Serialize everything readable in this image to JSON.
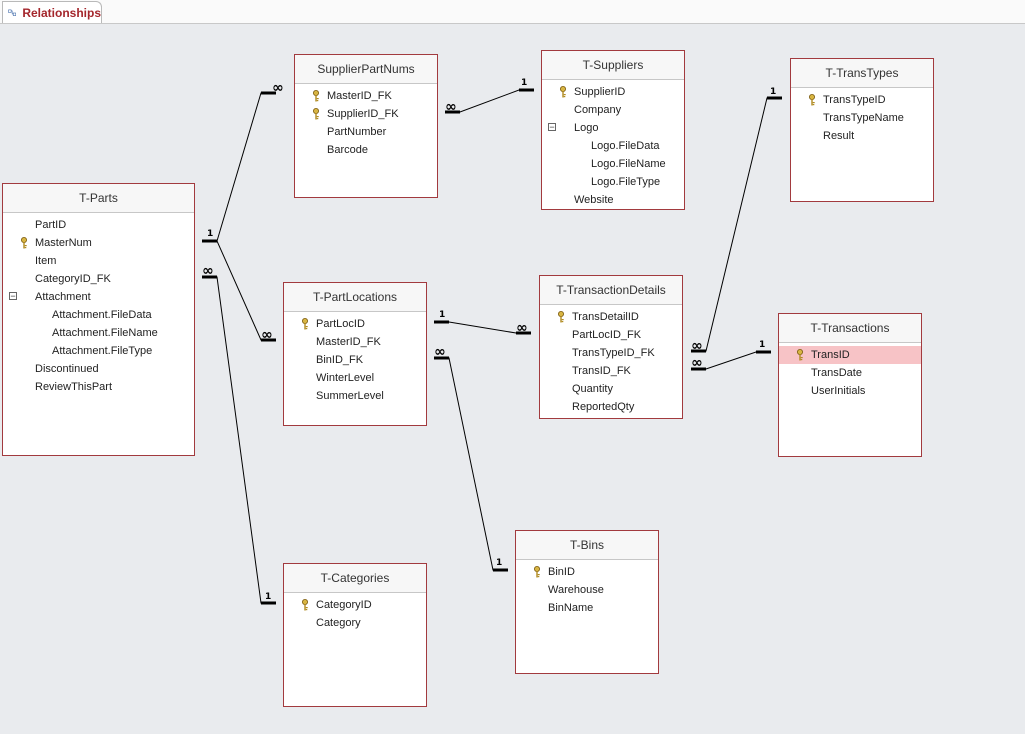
{
  "tab": {
    "label": "Relationships",
    "icon": "relationships-icon"
  },
  "tables": {
    "parts": {
      "title": "T-Parts",
      "fields": [
        {
          "label": "PartID",
          "key": false,
          "sub": false,
          "expander": false
        },
        {
          "label": "MasterNum",
          "key": true,
          "sub": false,
          "expander": false
        },
        {
          "label": "Item",
          "key": false,
          "sub": false,
          "expander": false
        },
        {
          "label": "CategoryID_FK",
          "key": false,
          "sub": false,
          "expander": false
        },
        {
          "label": "Attachment",
          "key": false,
          "sub": false,
          "expander": true
        },
        {
          "label": "Attachment.FileData",
          "key": false,
          "sub": true,
          "expander": false
        },
        {
          "label": "Attachment.FileName",
          "key": false,
          "sub": true,
          "expander": false
        },
        {
          "label": "Attachment.FileType",
          "key": false,
          "sub": true,
          "expander": false
        },
        {
          "label": "Discontinued",
          "key": false,
          "sub": false,
          "expander": false
        },
        {
          "label": "ReviewThisPart",
          "key": false,
          "sub": false,
          "expander": false
        }
      ]
    },
    "supplierPartNums": {
      "title": "SupplierPartNums",
      "fields": [
        {
          "label": "MasterID_FK",
          "key": true,
          "sub": false,
          "expander": false
        },
        {
          "label": "SupplierID_FK",
          "key": true,
          "sub": false,
          "expander": false
        },
        {
          "label": "PartNumber",
          "key": false,
          "sub": false,
          "expander": false
        },
        {
          "label": "Barcode",
          "key": false,
          "sub": false,
          "expander": false
        }
      ]
    },
    "suppliers": {
      "title": "T-Suppliers",
      "fields": [
        {
          "label": "SupplierID",
          "key": true,
          "sub": false,
          "expander": false
        },
        {
          "label": "Company",
          "key": false,
          "sub": false,
          "expander": false
        },
        {
          "label": "Logo",
          "key": false,
          "sub": false,
          "expander": true
        },
        {
          "label": "Logo.FileData",
          "key": false,
          "sub": true,
          "expander": false
        },
        {
          "label": "Logo.FileName",
          "key": false,
          "sub": true,
          "expander": false
        },
        {
          "label": "Logo.FileType",
          "key": false,
          "sub": true,
          "expander": false
        },
        {
          "label": "Website",
          "key": false,
          "sub": false,
          "expander": false
        }
      ]
    },
    "transTypes": {
      "title": "T-TransTypes",
      "fields": [
        {
          "label": "TransTypeID",
          "key": true,
          "sub": false,
          "expander": false
        },
        {
          "label": "TransTypeName",
          "key": false,
          "sub": false,
          "expander": false
        },
        {
          "label": "Result",
          "key": false,
          "sub": false,
          "expander": false
        }
      ]
    },
    "partLocations": {
      "title": "T-PartLocations",
      "fields": [
        {
          "label": "PartLocID",
          "key": true,
          "sub": false,
          "expander": false
        },
        {
          "label": "MasterID_FK",
          "key": false,
          "sub": false,
          "expander": false
        },
        {
          "label": "BinID_FK",
          "key": false,
          "sub": false,
          "expander": false
        },
        {
          "label": "WinterLevel",
          "key": false,
          "sub": false,
          "expander": false
        },
        {
          "label": "SummerLevel",
          "key": false,
          "sub": false,
          "expander": false
        }
      ]
    },
    "transactionDetails": {
      "title": "T-TransactionDetails",
      "fields": [
        {
          "label": "TransDetailID",
          "key": true,
          "sub": false,
          "expander": false
        },
        {
          "label": "PartLocID_FK",
          "key": false,
          "sub": false,
          "expander": false
        },
        {
          "label": "TransTypeID_FK",
          "key": false,
          "sub": false,
          "expander": false
        },
        {
          "label": "TransID_FK",
          "key": false,
          "sub": false,
          "expander": false
        },
        {
          "label": "Quantity",
          "key": false,
          "sub": false,
          "expander": false
        },
        {
          "label": "ReportedQty",
          "key": false,
          "sub": false,
          "expander": false
        }
      ]
    },
    "transactions": {
      "title": "T-Transactions",
      "fields": [
        {
          "label": "TransID",
          "key": true,
          "sub": false,
          "expander": false,
          "selected": true
        },
        {
          "label": "TransDate",
          "key": false,
          "sub": false,
          "expander": false
        },
        {
          "label": "UserInitials",
          "key": false,
          "sub": false,
          "expander": false
        }
      ]
    },
    "bins": {
      "title": "T-Bins",
      "fields": [
        {
          "label": "BinID",
          "key": true,
          "sub": false,
          "expander": false
        },
        {
          "label": "Warehouse",
          "key": false,
          "sub": false,
          "expander": false
        },
        {
          "label": "BinName",
          "key": false,
          "sub": false,
          "expander": false
        }
      ]
    },
    "categories": {
      "title": "T-Categories",
      "fields": [
        {
          "label": "CategoryID",
          "key": true,
          "sub": false,
          "expander": false
        },
        {
          "label": "Category",
          "key": false,
          "sub": false,
          "expander": false
        }
      ]
    }
  },
  "cardinality": {
    "one": "1",
    "many": "∞"
  },
  "colors": {
    "tableBorder": "#a23a3e",
    "selectedRow": "#f7c3c6",
    "tabText": "#a4262c"
  }
}
